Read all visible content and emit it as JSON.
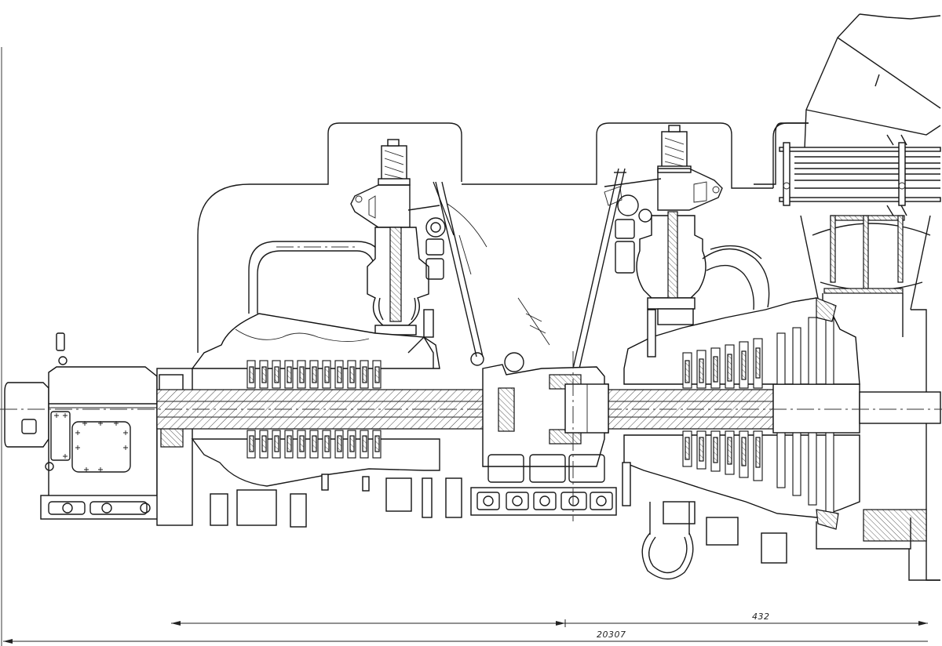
{
  "drawing": {
    "type": "engineering-cross-section",
    "subject": "steam-turbine-longitudinal-section",
    "line_color": "#1a1a1a",
    "background": "#ffffff",
    "components": [
      {
        "name": "front-bearing-pedestal",
        "icon": "bearing-housing"
      },
      {
        "name": "hp-control-valve-left",
        "icon": "valve"
      },
      {
        "name": "hp-control-valve-right",
        "icon": "valve"
      },
      {
        "name": "servo-linkage-left",
        "icon": "lever"
      },
      {
        "name": "servo-linkage-right",
        "icon": "lever"
      },
      {
        "name": "crossover-pipe",
        "icon": "pipe"
      },
      {
        "name": "hp-rotor-stages",
        "icon": "blade-row"
      },
      {
        "name": "ip-lp-rotor-stages",
        "icon": "blade-row"
      },
      {
        "name": "coupling-and-thrust-bearing",
        "icon": "coupling"
      },
      {
        "name": "exhaust-hood",
        "icon": "exhaust"
      },
      {
        "name": "main-shaft",
        "icon": "shaft"
      }
    ]
  },
  "dimensions": {
    "overall_length": "20307",
    "segment_offset": "432"
  }
}
